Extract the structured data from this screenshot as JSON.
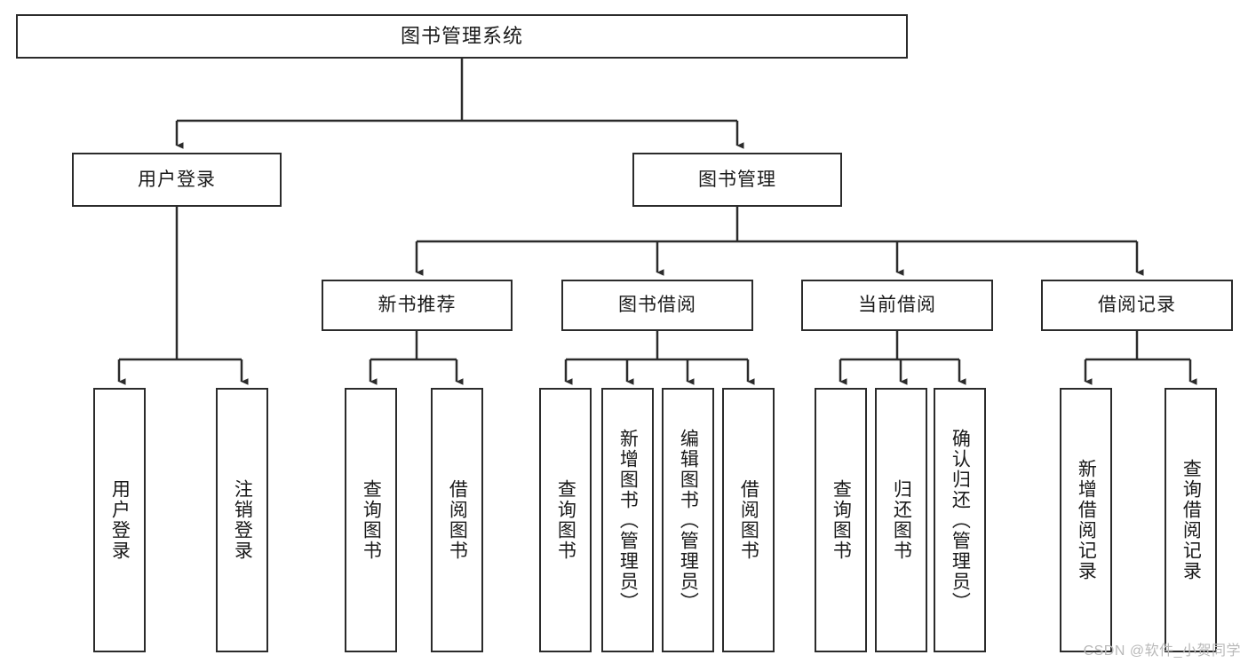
{
  "diagram": {
    "type": "tree",
    "title": "图书管理系统",
    "watermark": "CSDN @软件_小贺同学",
    "colors": {
      "border": "#2b2b2b",
      "background": "#ffffff",
      "text": "#1a1a1a",
      "watermark": "#b9b9b9"
    },
    "nodes": {
      "root": "图书管理系统",
      "level1": [
        "用户登录",
        "图书管理"
      ],
      "level2": [
        "新书推荐",
        "图书借阅",
        "当前借阅",
        "借阅记录"
      ],
      "leaves": {
        "user_login": [
          "用户登录",
          "注销登录"
        ],
        "new_book": [
          "查询图书",
          "借阅图书"
        ],
        "book_borrow": [
          "查询图书",
          "新增图书（管理员）",
          "编辑图书（管理员）",
          "借阅图书"
        ],
        "current_borrow": [
          "查询图书",
          "归还图书",
          "确认归还（管理员）"
        ],
        "borrow_record": [
          "新增借阅记录",
          "查询借阅记录"
        ]
      }
    }
  }
}
